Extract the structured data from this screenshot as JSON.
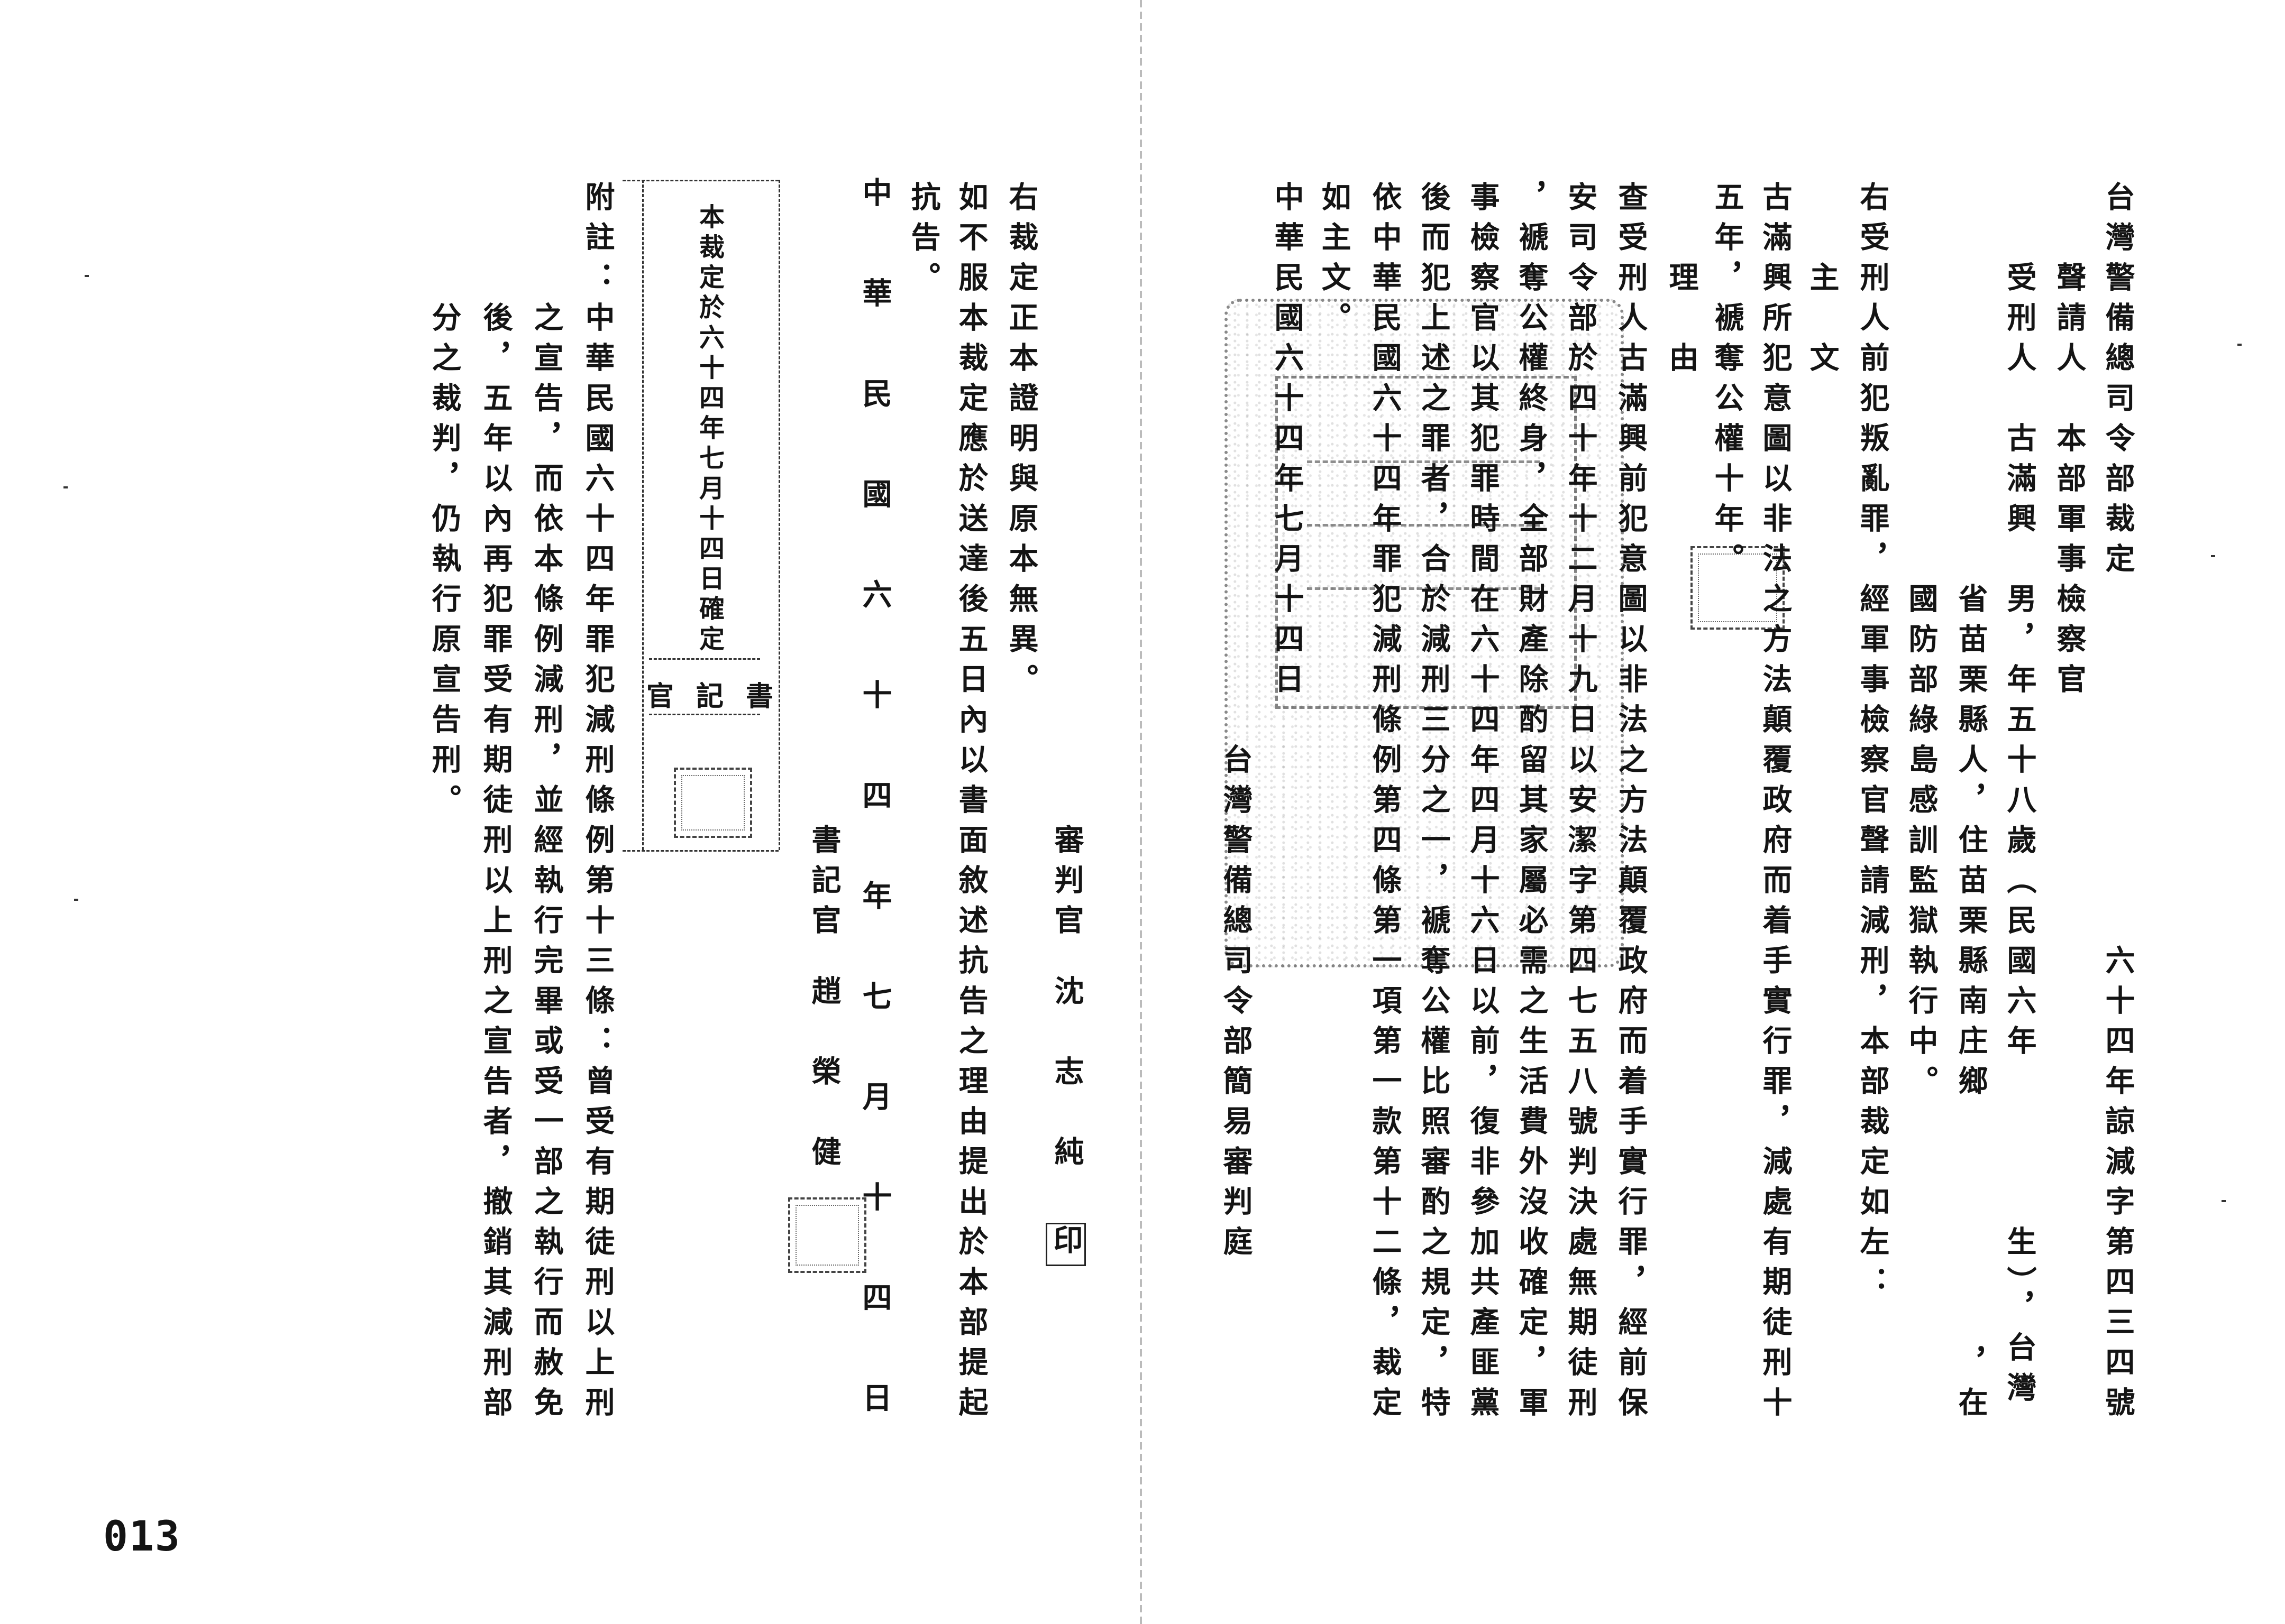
{
  "right_page": {
    "title": "台灣警備總司令部裁定",
    "case_number": "六十四年諒減字第四三四號",
    "columns": [
      "　　聲請人　本部軍事檢察官",
      "　　受刑人　古滿興　男，年五十八歲（民國六年　　　　生），台灣",
      "　　　　　　　　　　省苗栗縣人，住苗栗縣南庄鄉　　　　　　，在",
      "　　　　　　　　　　國防部綠島感訓監獄執行中。",
      "右受刑人前犯叛亂罪，經軍事檢察官聲請減刑，本部裁定如左：",
      "　　主　文",
      "古滿興所犯意圖以非法之方法顛覆政府而着手實行罪，減處有期徒刑十",
      "五年，褫奪公權十年。",
      "　　理　由",
      "查受刑人古滿興前犯意圖以非法之方法顛覆政府而着手實行罪，經前保",
      "安司令部於四十年十二月十九日以安潔字第四七五八號判決處無期徒刑",
      "，褫奪公權終身，全部財產除酌留其家屬必需之生活費外沒收確定，軍",
      "事檢察官以其犯罪時間在六十四年四月十六日以前，復非參加共產匪黨",
      "後而犯上述之罪者，合於減刑三分之一，褫奪公權比照審酌之規定，特",
      "依中華民國六十四年罪犯減刑條例第四條第一項第一款第十二條，裁定",
      "如主文。"
    ],
    "date": "中華民國六十四年七月十四日",
    "court": "台灣警備總司令部簡易審判庭"
  },
  "left_page": {
    "judge_label": "審判官",
    "judge_name": "沈志純",
    "judge_seal": "印",
    "certification": "右裁定正本證明與原本無異。",
    "appeal_notice": "如不服本裁定應於送達後五日內以書面敘述抗告之理由提出於本部提起",
    "appeal_notice_end": "抗告。",
    "date": "中華民國六十四年七月十四日",
    "clerk_label": "書記官",
    "clerk_name": "趙榮健",
    "finality_note": "本裁定於六十四年七月十四日確定",
    "finality_clerk": [
      "書",
      "記",
      "官"
    ],
    "annotation": [
      "附註：中華民國六十四年罪犯減刑條例第十三條：曾受有期徒刑以上刑",
      "　　　之宣告，而依本條例減刑，並經執行完畢或受一部之執行而赦免",
      "　　　後，五年以內再犯罪受有期徒刑以上刑之宣告者，撤銷其減刑部",
      "　　　分之裁判，仍執行原宣告刑。"
    ]
  },
  "page_number": "013"
}
